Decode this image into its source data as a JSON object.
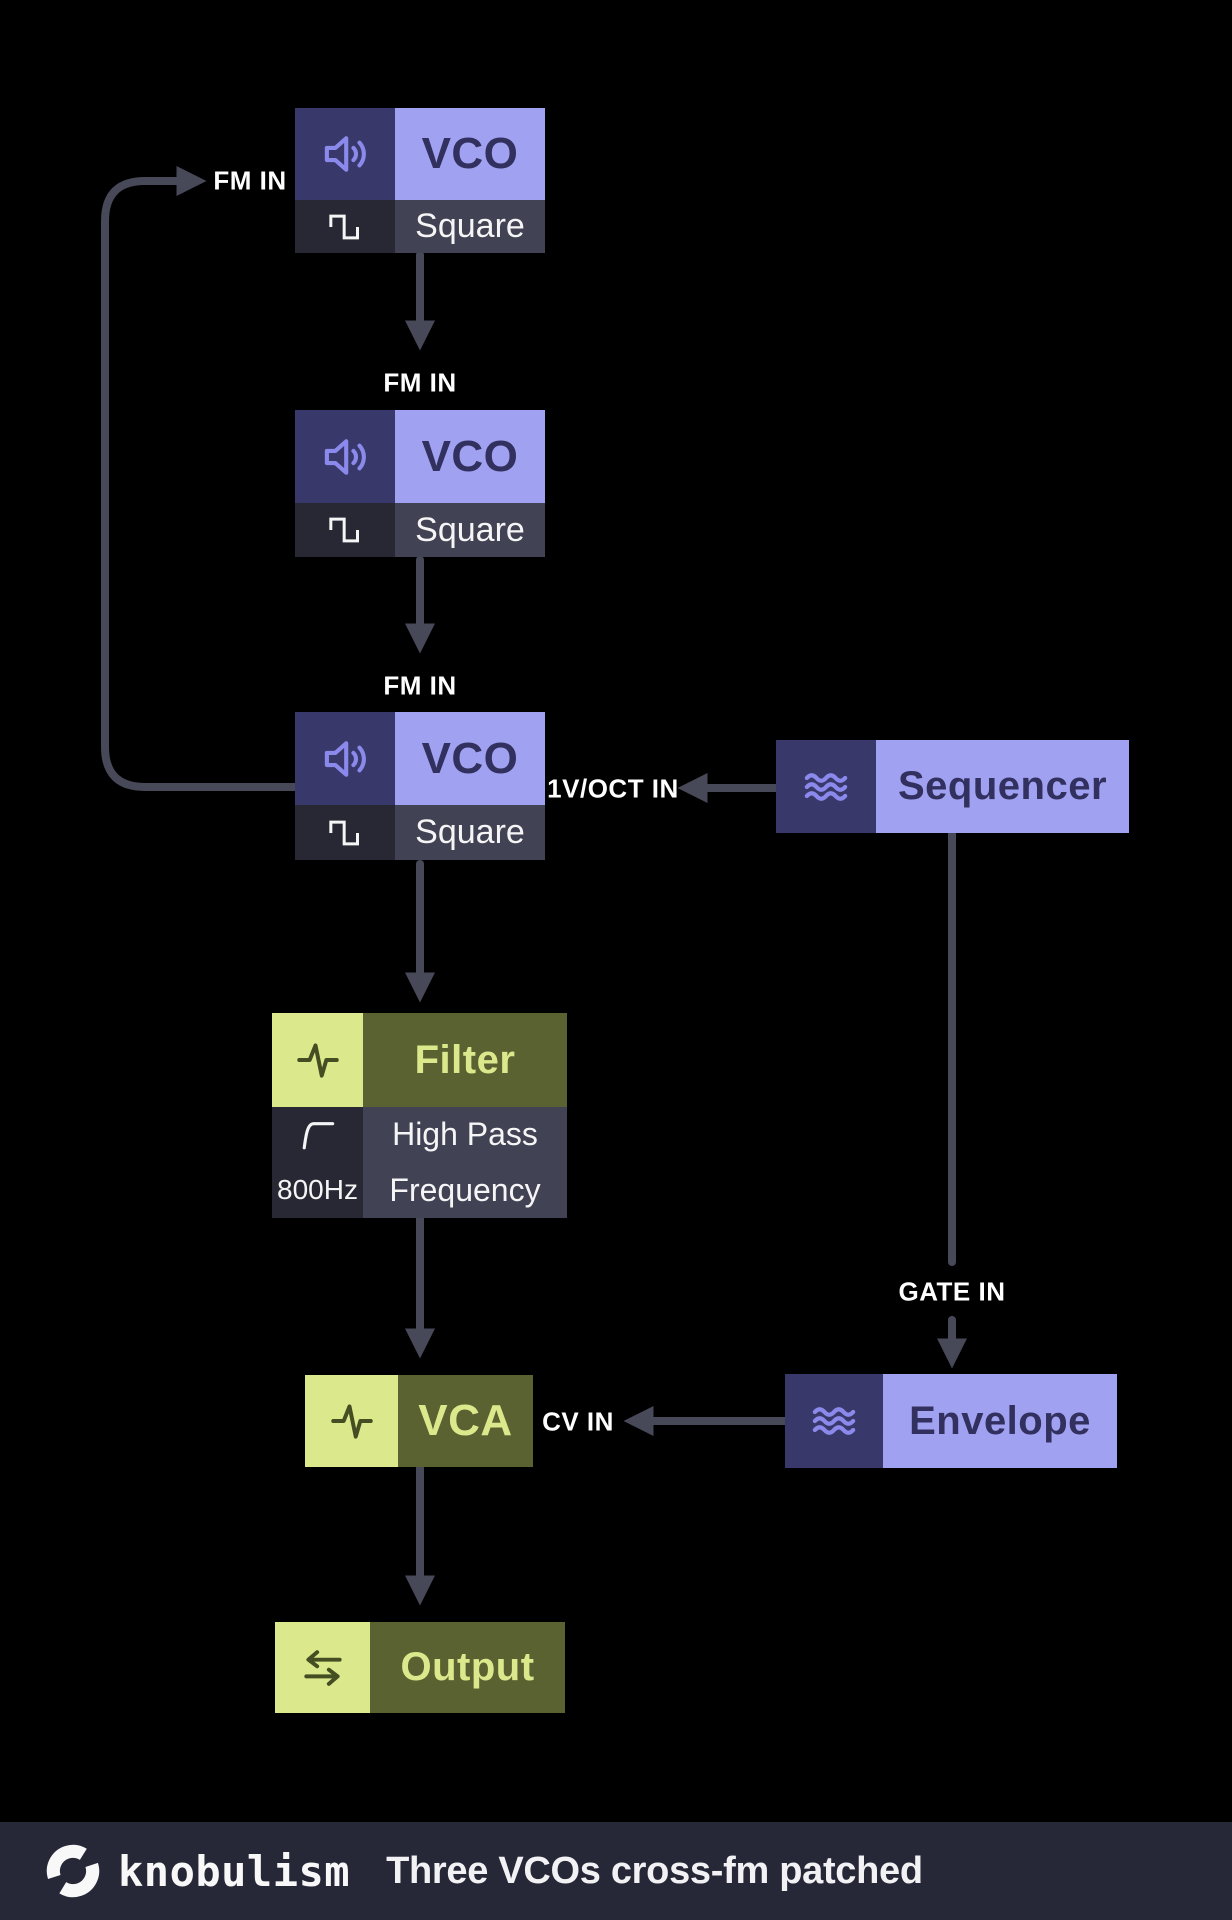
{
  "diagram": {
    "kind": "modular-synth-patch-flow",
    "nodes": {
      "vco1": {
        "title": "VCO",
        "icon": "speaker-icon",
        "subrow": {
          "icon": "square-wave-icon",
          "label": "Square"
        }
      },
      "vco2": {
        "title": "VCO",
        "icon": "speaker-icon",
        "subrow": {
          "icon": "square-wave-icon",
          "label": "Square"
        }
      },
      "vco3": {
        "title": "VCO",
        "icon": "speaker-icon",
        "subrow": {
          "icon": "square-wave-icon",
          "label": "Square"
        }
      },
      "sequencer": {
        "title": "Sequencer",
        "icon": "waves-icon"
      },
      "filter": {
        "title": "Filter",
        "icon": "pulse-icon",
        "rows": [
          {
            "icon": "highpass-curve-icon",
            "label": "High Pass"
          },
          {
            "value": "800Hz",
            "label": "Frequency"
          }
        ]
      },
      "vca": {
        "title": "VCA",
        "icon": "pulse-icon"
      },
      "envelope": {
        "title": "Envelope",
        "icon": "waves-icon"
      },
      "output": {
        "title": "Output",
        "icon": "transfer-arrows-icon"
      }
    },
    "connection_labels": {
      "vco1_fm_in": "FM IN",
      "vco2_fm_in": "FM IN",
      "vco3_fm_in": "FM IN",
      "v_oct_in": "1V/OCT IN",
      "gate_in": "GATE IN",
      "cv_in": "CV IN"
    },
    "connections": [
      "VCO1 -> VCO2 FM IN",
      "VCO2 -> VCO3 FM IN",
      "VCO3 -> VCO1 FM IN (feedback loop)",
      "Sequencer -> VCO3 1V/OCT IN",
      "Sequencer -> Envelope GATE IN",
      "VCO3 -> Filter",
      "Filter -> VCA",
      "Envelope -> VCA CV IN",
      "VCA -> Output"
    ]
  },
  "footer": {
    "brand": "knobulism",
    "logo": "knob-logo-icon",
    "caption": "Three VCOs cross-fm patched"
  },
  "colors": {
    "background": "#000000",
    "indigo": "#38386a",
    "lavender": "#a1a1f1",
    "navy_text": "#31305f",
    "icon_purple": "#8b8aec",
    "sub_left": "#272834",
    "sub_right": "#414254",
    "light_green": "#dbe98c",
    "olive": "#5b6231",
    "dark_olive_icon": "#454d22",
    "arrow": "#474958",
    "label_text": "#ffffff",
    "footer_bg": "#262837"
  }
}
